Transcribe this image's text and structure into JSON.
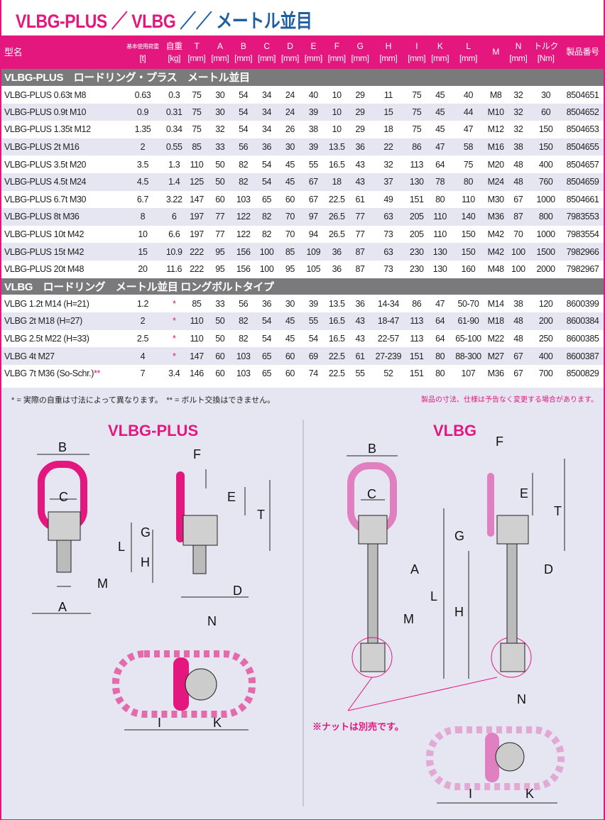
{
  "title": {
    "part1": "VLBG-PLUS ／ VLBG",
    "part2": "／／ メートル並目"
  },
  "columns": [
    {
      "l1": "型名",
      "l2": ""
    },
    {
      "l1": "基本使用荷重",
      "l2": "[t]"
    },
    {
      "l1": "自重",
      "l2": "[kg]"
    },
    {
      "l1": "T",
      "l2": "[mm]"
    },
    {
      "l1": "A",
      "l2": "[mm]"
    },
    {
      "l1": "B",
      "l2": "[mm]"
    },
    {
      "l1": "C",
      "l2": "[mm]"
    },
    {
      "l1": "D",
      "l2": "[mm]"
    },
    {
      "l1": "E",
      "l2": "[mm]"
    },
    {
      "l1": "F",
      "l2": "[mm]"
    },
    {
      "l1": "G",
      "l2": "[mm]"
    },
    {
      "l1": "H",
      "l2": "[mm]"
    },
    {
      "l1": "I",
      "l2": "[mm]"
    },
    {
      "l1": "K",
      "l2": "[mm]"
    },
    {
      "l1": "L",
      "l2": "[mm]"
    },
    {
      "l1": "M",
      "l2": ""
    },
    {
      "l1": "N",
      "l2": "[mm]"
    },
    {
      "l1": "トルク",
      "l2": "[Nm]"
    },
    {
      "l1": "製品番号",
      "l2": ""
    }
  ],
  "sections": [
    {
      "title": "VLBG-PLUS　ロードリング・プラス　メートル並目",
      "rows": [
        [
          "VLBG-PLUS 0.63t M8",
          "0.63",
          "0.3",
          "75",
          "30",
          "54",
          "34",
          "24",
          "40",
          "10",
          "29",
          "11",
          "75",
          "45",
          "40",
          "M8",
          "32",
          "30",
          "8504651"
        ],
        [
          "VLBG-PLUS 0.9t M10",
          "0.9",
          "0.31",
          "75",
          "30",
          "54",
          "34",
          "24",
          "39",
          "10",
          "29",
          "15",
          "75",
          "45",
          "44",
          "M10",
          "32",
          "60",
          "8504652"
        ],
        [
          "VLBG-PLUS 1.35t M12",
          "1.35",
          "0.34",
          "75",
          "32",
          "54",
          "34",
          "26",
          "38",
          "10",
          "29",
          "18",
          "75",
          "45",
          "47",
          "M12",
          "32",
          "150",
          "8504653"
        ],
        [
          "VLBG-PLUS 2t M16",
          "2",
          "0.55",
          "85",
          "33",
          "56",
          "36",
          "30",
          "39",
          "13.5",
          "36",
          "22",
          "86",
          "47",
          "58",
          "M16",
          "38",
          "150",
          "8504655"
        ],
        [
          "VLBG-PLUS 3.5t M20",
          "3.5",
          "1.3",
          "110",
          "50",
          "82",
          "54",
          "45",
          "55",
          "16.5",
          "43",
          "32",
          "113",
          "64",
          "75",
          "M20",
          "48",
          "400",
          "8504657"
        ],
        [
          "VLBG-PLUS 4.5t M24",
          "4.5",
          "1.4",
          "125",
          "50",
          "82",
          "54",
          "45",
          "67",
          "18",
          "43",
          "37",
          "130",
          "78",
          "80",
          "M24",
          "48",
          "760",
          "8504659"
        ],
        [
          "VLBG-PLUS 6.7t M30",
          "6.7",
          "3.22",
          "147",
          "60",
          "103",
          "65",
          "60",
          "67",
          "22.5",
          "61",
          "49",
          "151",
          "80",
          "110",
          "M30",
          "67",
          "1000",
          "8504661"
        ],
        [
          "VLBG-PLUS 8t M36",
          "8",
          "6",
          "197",
          "77",
          "122",
          "82",
          "70",
          "97",
          "26.5",
          "77",
          "63",
          "205",
          "110",
          "140",
          "M36",
          "87",
          "800",
          "7983553"
        ],
        [
          "VLBG-PLUS 10t M42",
          "10",
          "6.6",
          "197",
          "77",
          "122",
          "82",
          "70",
          "94",
          "26.5",
          "77",
          "73",
          "205",
          "110",
          "150",
          "M42",
          "70",
          "1000",
          "7983554"
        ],
        [
          "VLBG-PLUS 15t M42",
          "15",
          "10.9",
          "222",
          "95",
          "156",
          "100",
          "85",
          "109",
          "36",
          "87",
          "63",
          "230",
          "130",
          "150",
          "M42",
          "100",
          "1500",
          "7982966"
        ],
        [
          "VLBG-PLUS 20t M48",
          "20",
          "11.6",
          "222",
          "95",
          "156",
          "100",
          "95",
          "105",
          "36",
          "87",
          "73",
          "230",
          "130",
          "160",
          "M48",
          "100",
          "2000",
          "7982967"
        ]
      ]
    },
    {
      "title": "VLBG　ロードリング　メートル並目 ロングボルトタイプ",
      "rows": [
        [
          "VLBG 1.2t M14 (H=21)",
          "1.2",
          "*",
          "85",
          "33",
          "56",
          "36",
          "30",
          "39",
          "13.5",
          "36",
          "14-34",
          "86",
          "47",
          "50-70",
          "M14",
          "38",
          "120",
          "8600399"
        ],
        [
          "VLBG 2t M18 (H=27)",
          "2",
          "*",
          "110",
          "50",
          "82",
          "54",
          "45",
          "55",
          "16.5",
          "43",
          "18-47",
          "113",
          "64",
          "61-90",
          "M18",
          "48",
          "200",
          "8600384"
        ],
        [
          "VLBG 2.5t M22 (H=33)",
          "2.5",
          "*",
          "110",
          "50",
          "82",
          "54",
          "45",
          "54",
          "16.5",
          "43",
          "22-57",
          "113",
          "64",
          "65-100",
          "M22",
          "48",
          "250",
          "8600385"
        ],
        [
          "VLBG 4t M27",
          "4",
          "*",
          "147",
          "60",
          "103",
          "65",
          "60",
          "69",
          "22.5",
          "61",
          "27-239",
          "151",
          "80",
          "88-300",
          "M27",
          "67",
          "400",
          "8600387"
        ],
        [
          "VLBG 7t M36 (So-Schr.)**",
          "7",
          "3.4",
          "146",
          "60",
          "103",
          "65",
          "60",
          "74",
          "22.5",
          "55",
          "52",
          "151",
          "80",
          "107",
          "M36",
          "67",
          "700",
          "8500829"
        ]
      ]
    }
  ],
  "footnote": {
    "left": "* = 実際の自重は寸法によって異なります。　** = ボルト交換はできません。",
    "right": "製品の寸法、仕様は予告なく変更する場合があります。"
  },
  "diagrams": {
    "left_title": "VLBG-PLUS",
    "right_title": "VLBG",
    "nut_note": "※ナットは別売です。",
    "labels": {
      "a": "A",
      "b": "B",
      "c": "C",
      "d": "D",
      "e": "E",
      "f": "F",
      "g": "G",
      "h": "H",
      "i": "I",
      "k": "K",
      "l": "L",
      "m": "M",
      "n": "N",
      "t": "T"
    }
  },
  "colors": {
    "accent": "#e3177d",
    "title_blue": "#1f5fa0",
    "section": "#7a7a7c",
    "alt_row": "#e6e6f3"
  }
}
